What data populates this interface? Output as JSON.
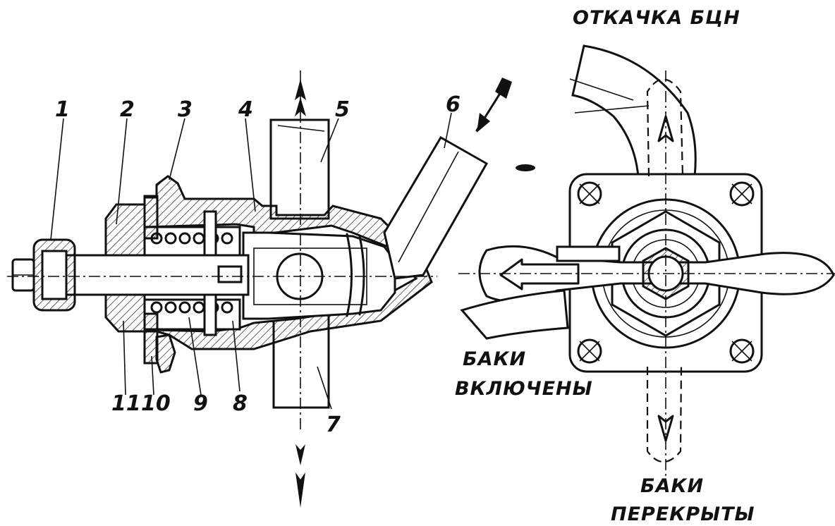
{
  "callouts": {
    "c1": "1",
    "c2": "2",
    "c3": "3",
    "c4": "4",
    "c5": "5",
    "c6": "6",
    "c7": "7",
    "c8": "8",
    "c9": "9",
    "c10": "10",
    "c11": "11"
  },
  "positions": {
    "top": "ОТКАЧКА БЦН",
    "tanks_on_line1": "БАКИ",
    "tanks_on_line2": "ВКЛЮЧЕНЫ",
    "tanks_off_line1": "БАКИ",
    "tanks_off_line2": "ПЕРЕКРЫТЫ"
  }
}
